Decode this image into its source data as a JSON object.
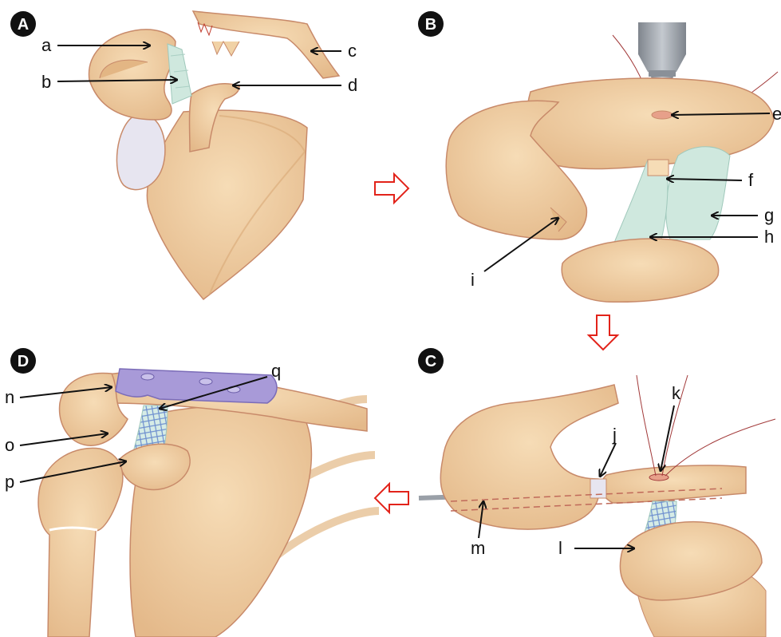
{
  "panels": {
    "A": {
      "badge": "A",
      "labels": {
        "a": "a",
        "b": "b",
        "c": "c",
        "d": "d"
      }
    },
    "B": {
      "badge": "B",
      "labels": {
        "e": "e",
        "f": "f",
        "g": "g",
        "h": "h",
        "i": "i"
      }
    },
    "C": {
      "badge": "C",
      "labels": {
        "j": "j",
        "k": "k",
        "l": "l",
        "m": "m"
      }
    },
    "D": {
      "badge": "D",
      "labels": {
        "n": "n",
        "o": "o",
        "p": "p",
        "q": "q"
      }
    }
  },
  "colors": {
    "bone": "#f1d2a6",
    "bone_shade": "#e2b884",
    "bone_outline": "#c88a6a",
    "ligament": "#cfe8de",
    "graft_mesh": "#6d8fcf",
    "plate": "#a89ad8",
    "flow_arrow": "#e2231a",
    "suture": "#a23a3a",
    "instrument": "#9aa0a8"
  }
}
